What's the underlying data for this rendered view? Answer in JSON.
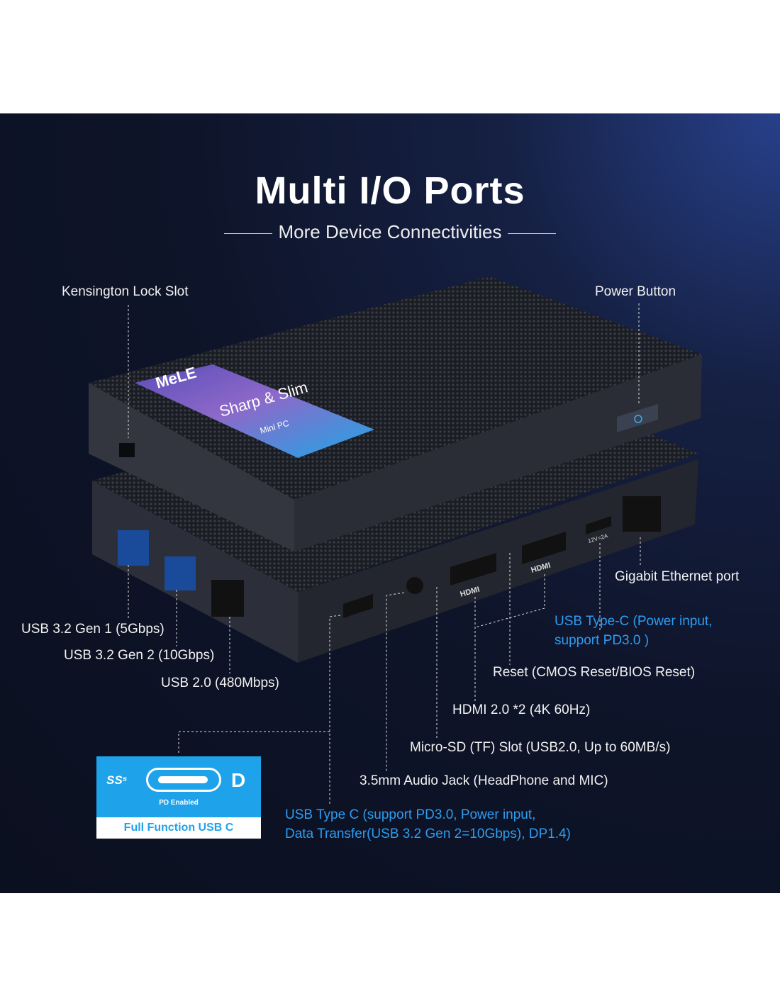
{
  "title": "Multi I/O Ports",
  "subtitle": "More Device Connectivities",
  "product": {
    "brand_logo": "MeLE",
    "badge_text": "Sharp & Slim",
    "badge_sub": "Mini PC",
    "port_marks": [
      "HDMI",
      "HDMI",
      "12V=2A"
    ]
  },
  "labels": {
    "kensington": "Kensington Lock Slot",
    "power": "Power Button",
    "ethernet": "Gigabit Ethernet port",
    "usbc_power_1": "USB Type-C (Power input,",
    "usbc_power_2": "support PD3.0 )",
    "reset": "Reset (CMOS Reset/BIOS Reset)",
    "hdmi": "HDMI 2.0 *2 (4K 60Hz)",
    "microsd": "Micro-SD (TF) Slot (USB2.0, Up to 60MB/s)",
    "audio": "3.5mm Audio Jack (HeadPhone and MIC)",
    "usbc_full_1": "USB Type C (support PD3.0, Power input,",
    "usbc_full_2": "Data Transfer(USB 3.2 Gen 2=10Gbps), DP1.4)",
    "usb32g1": "USB 3.2 Gen 1 (5Gbps)",
    "usb32g2": "USB 3.2 Gen 2 (10Gbps)",
    "usb20": "USB 2.0 (480Mbps)"
  },
  "card": {
    "ss_logo": "SS⁵",
    "pd_text": "PD Enabled",
    "footer": "Full Function USB C",
    "dp_logo": "D"
  },
  "colors": {
    "accent_blue": "#2f9cf0",
    "card_blue": "#1ea3ea",
    "background": "#0e1429"
  }
}
